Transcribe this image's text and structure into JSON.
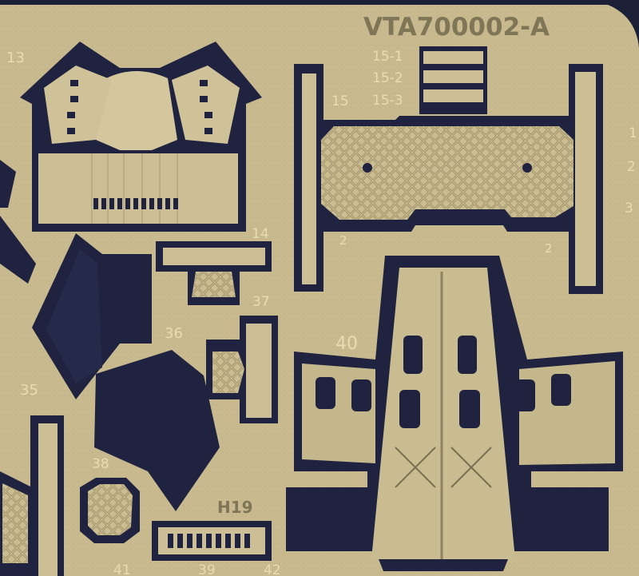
{
  "image": {
    "subject": "photo-etched brass fret with numbered model parts",
    "colors": {
      "brass": "#c9bb8f",
      "brass_light": "#dccfa6",
      "brass_dark": "#a89a72",
      "etch_void": "#1f2340",
      "background": "#1c2036",
      "label": "#e9dcb2"
    }
  },
  "fret": {
    "code": "VTA700002-A",
    "plate_label": "H19",
    "part_numbers": {
      "p13": "13",
      "p14": "14",
      "p15": "15",
      "p15_1": "15-1",
      "p15_2": "15-2",
      "p15_3": "15-3",
      "p35": "35",
      "p36": "36",
      "p37": "37",
      "p38": "38",
      "p39": "39",
      "p40": "40",
      "p41": "41",
      "p42": "42",
      "edge_1": "1",
      "edge_2": "2",
      "edge_3": "3",
      "mark_left": "2",
      "mark_right": "2"
    }
  }
}
